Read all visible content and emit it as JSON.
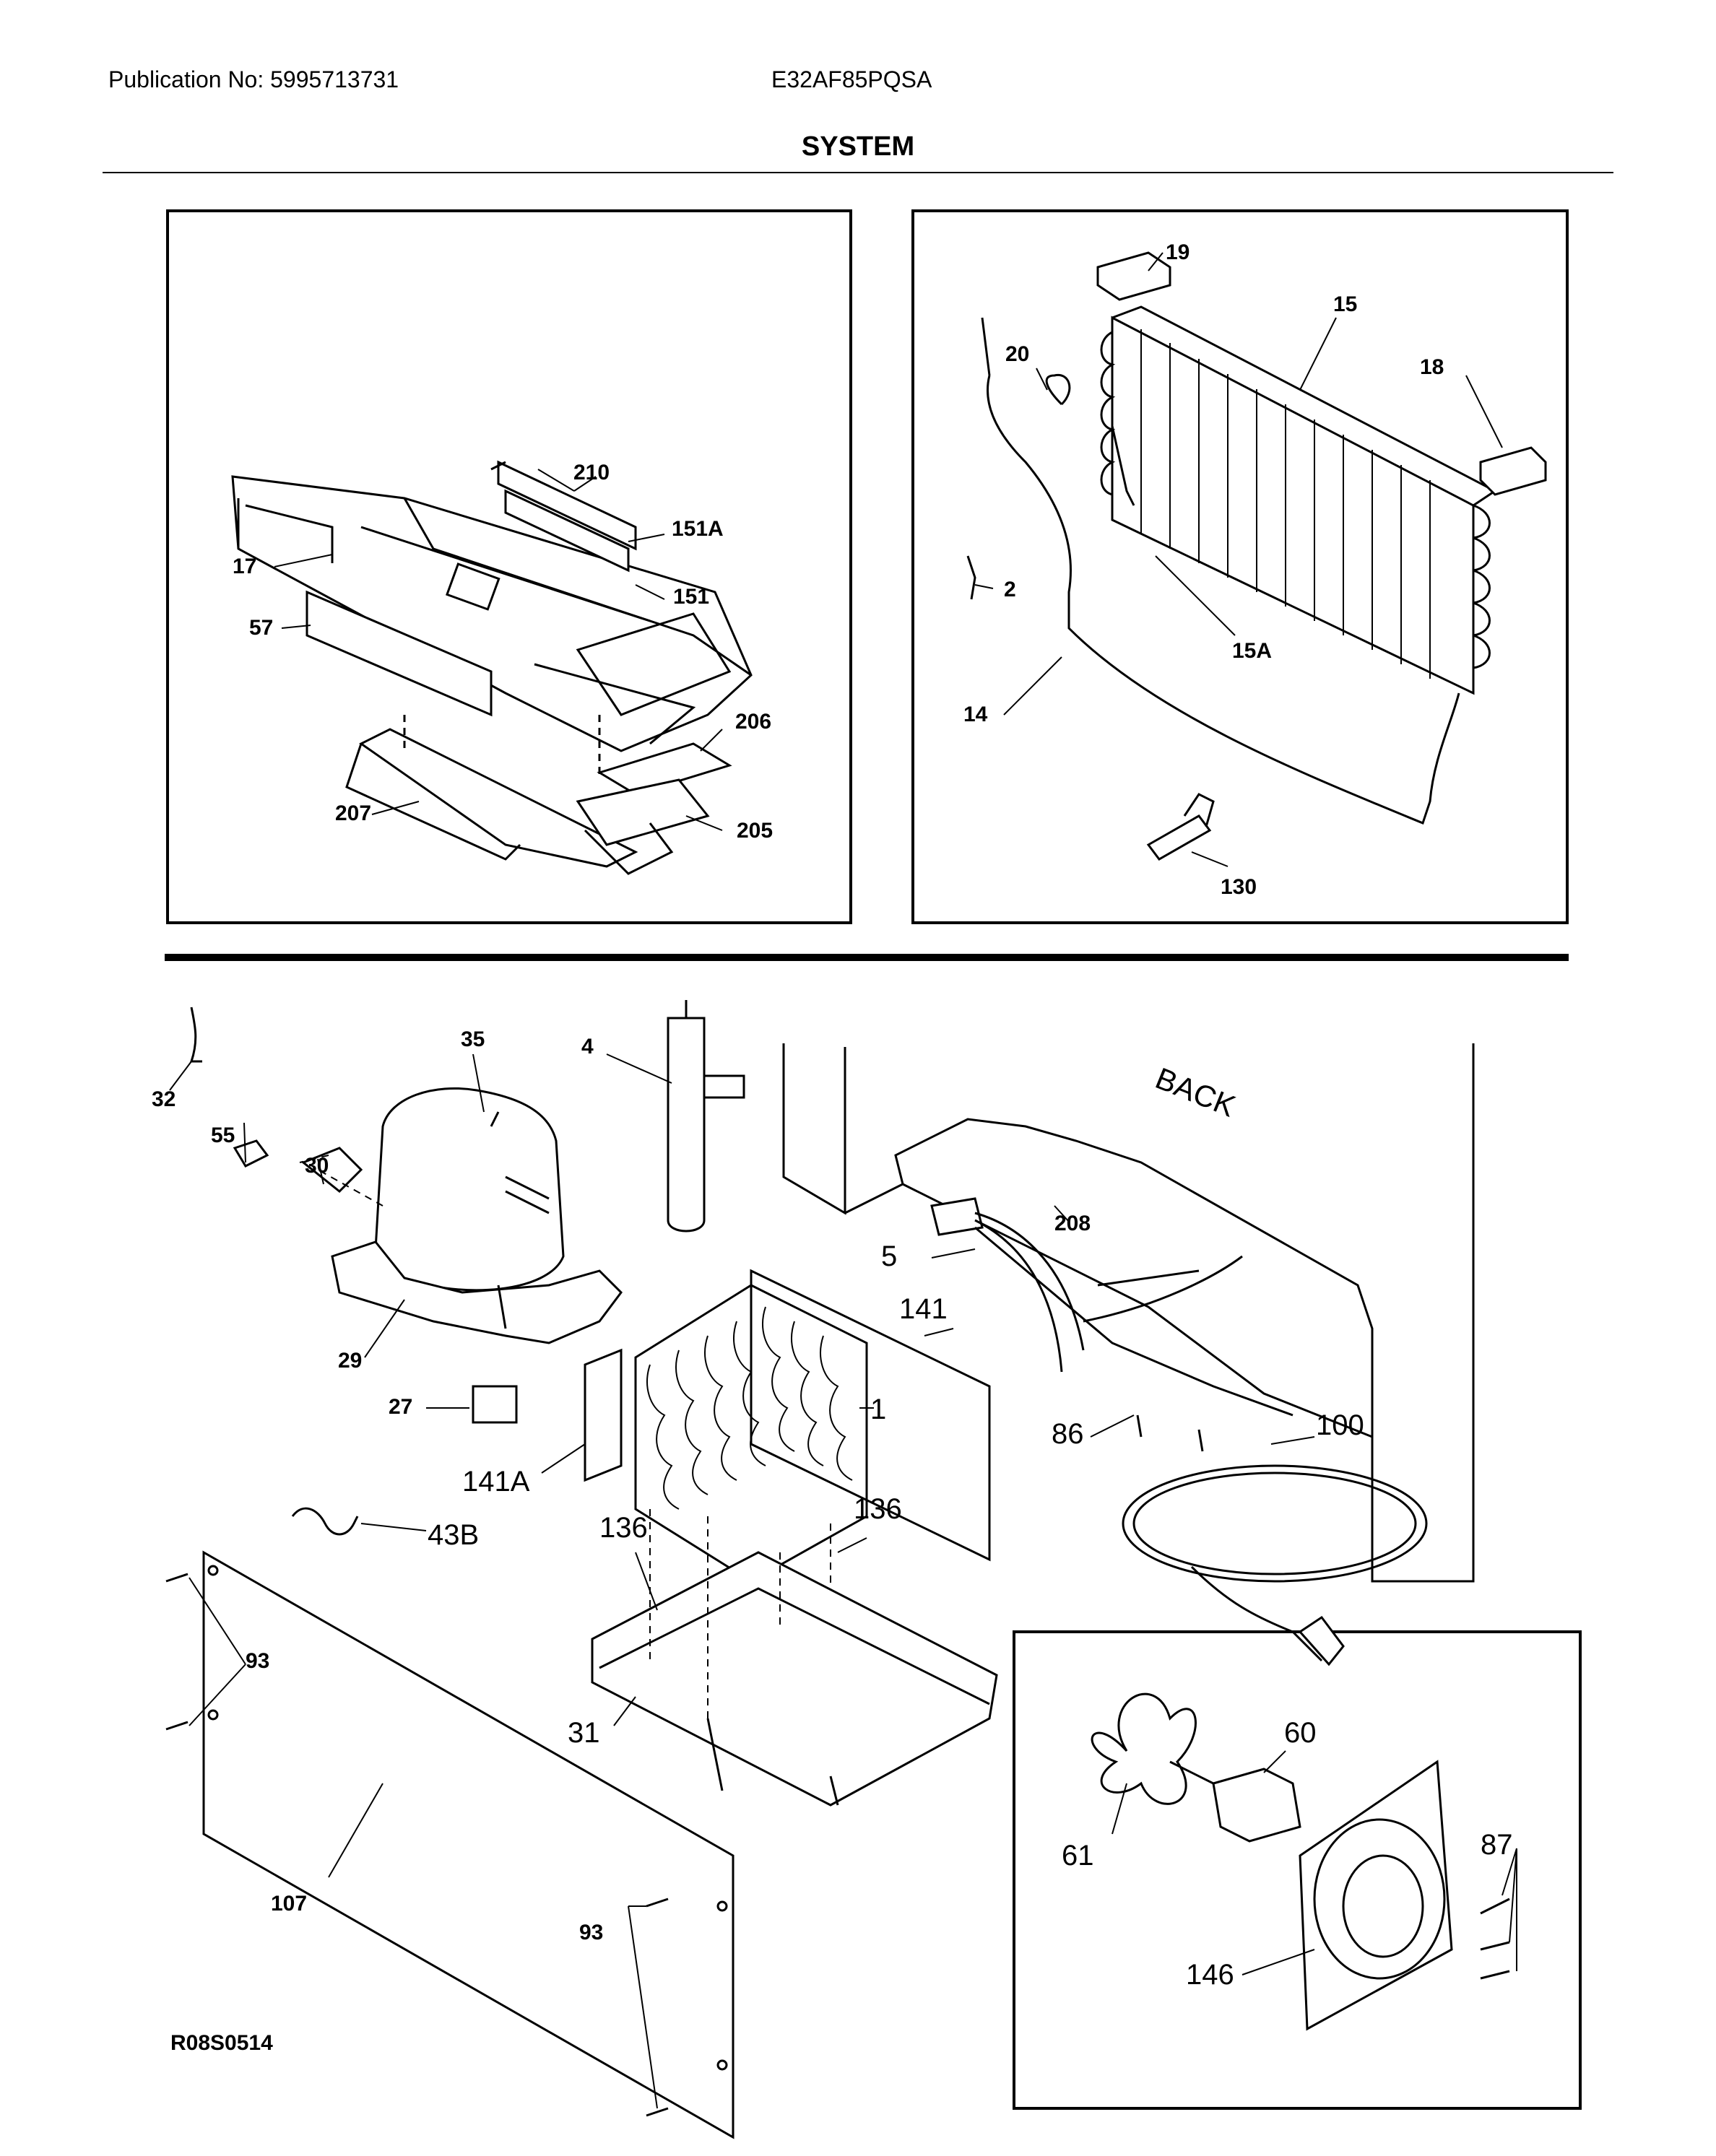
{
  "header": {
    "publication": "Publication No: 5995713731",
    "model": "E32AF85PQSA",
    "section_title": "SYSTEM"
  },
  "panel_control": {
    "callouts": {
      "p210": "210",
      "p151a": "151A",
      "p17": "17",
      "p151": "151",
      "p57": "57",
      "p206": "206",
      "p207": "207",
      "p205": "205"
    }
  },
  "panel_evaporator": {
    "callouts": {
      "p19": "19",
      "p15": "15",
      "p20": "20",
      "p18": "18",
      "p2": "2",
      "p15a": "15A",
      "p14": "14",
      "p130": "130"
    }
  },
  "lower_assembly": {
    "back_label": "BACK",
    "callouts": {
      "p35": "35",
      "p4": "4",
      "p32": "32",
      "p55": "55",
      "p30": "30",
      "p208": "208",
      "p5": "5",
      "p141": "141",
      "p29": "29",
      "p27": "27",
      "p1": "1",
      "p86": "86",
      "p100": "100",
      "p141a": "141A",
      "p43b": "43B",
      "p136a": "136",
      "p136b": "136",
      "p93a": "93",
      "p31": "31",
      "p60": "60",
      "p61": "61",
      "p87": "87",
      "p107": "107",
      "p146": "146",
      "p93b": "93"
    }
  },
  "footer": {
    "diagram_code": "R08S0514"
  }
}
